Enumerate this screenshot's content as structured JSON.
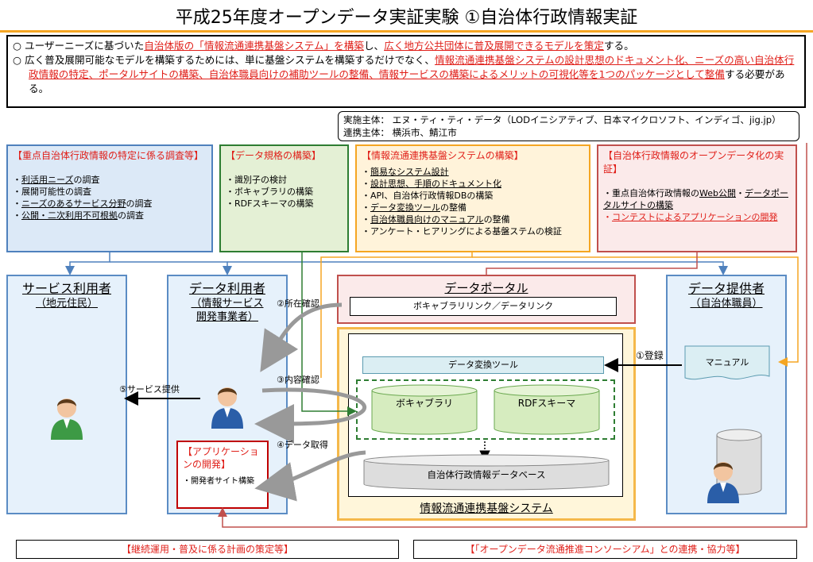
{
  "title": "平成25年度オープンデータ実証実験 ①自治体行政情報実証",
  "summary": {
    "line1_a": "○ ユーザーニーズに基づいた",
    "line1_b": "自治体版の「情報流通連携基盤システム」を構築",
    "line1_c": "し、",
    "line1_d": "広く地方公共団体に普及展開できるモデルを策定",
    "line1_e": "する。",
    "line2_a": "○ 広く普及展開可能なモデルを構築するためには、単に基盤システムを構築するだけでなく、",
    "line2_b": "情報流通連携基盤システムの設計思想のドキュメント化、ニーズの高い自治体行政情報の特定、ポータルサイトの構築、自治体職員向けの補助ツールの整備、情報サービスの構築によるメリットの可視化等を1つのパッケージとして整備",
    "line2_c": "する必要がある。"
  },
  "implementer": {
    "line1": "実施主体： エヌ・ティ・ティ・データ（LODイニシアティブ、日本マイクロソフト、インディゴ、jig.jp）",
    "line2": "連携主体： 横浜市、鯖江市"
  },
  "top_boxes": [
    {
      "header": "【重点自治体行政情報の特定に係る調査等】",
      "items": [
        "・利活用ニーズの調査",
        "・展開可能性の調査",
        "・ニーズのあるサービス分野の調査",
        "・公開・二次利用不可根拠の調査"
      ],
      "border": "#4f81bd",
      "fill": "#dce9f7"
    },
    {
      "header": "【データ規格の構築】",
      "items": [
        "・識別子の検討",
        "・ボキャブラリの構築",
        "・RDFスキーマの構築"
      ],
      "border": "#2e7d32",
      "fill": "#e4f0d5"
    },
    {
      "header": "【情報流通連携基盤システムの構築】",
      "items": [
        "・簡易なシステム設計",
        "・設計思想、手順のドキュメント化",
        "・API、自治体行政情報DBの構築",
        "・データ変換ツールの整備",
        "・自治体職員向けのマニュアルの整備",
        "・アンケート・ヒアリングによる基盤ステムの検証"
      ],
      "border": "#f5a623",
      "fill": "#fff3da"
    },
    {
      "header": "【自治体行政情報のオープンデータ化の実証】",
      "items": [
        "・重点自治体行政情報のWeb公開・データポータルサイトの構築",
        "・コンテストによるアプリケーションの開発"
      ],
      "border": "#c0504d",
      "fill": "#fbeaea"
    }
  ],
  "actors": {
    "service_user": {
      "name": "サービス利用者",
      "sub": "（地元住民）"
    },
    "data_user": {
      "name": "データ利用者",
      "sub1": "（情報サービス",
      "sub2": "開発事業者）"
    },
    "data_provider": {
      "name": "データ提供者",
      "sub": "（自治体職員）"
    }
  },
  "portal": {
    "name": "データポータル",
    "link": "ボキャブラリリンク／データリンク"
  },
  "platform": {
    "name": "情報流通連携基盤システム",
    "conversion_tool": "データ変換ツール",
    "vocabulary": "ボキャブラリ",
    "rdf_schema": "RDFスキーマ",
    "database": "自治体行政情報データベース"
  },
  "manual": "マニュアル",
  "steps": {
    "register": "①登録",
    "location": "②所在確認",
    "content": "③内容確認",
    "fetch": "④データ取得",
    "service": "⑤サービス提供"
  },
  "app_box": {
    "header1": "【アプリケーショ",
    "header2": "ンの開発】",
    "item": "・開発者サイト構築"
  },
  "bottom": {
    "left": "【継続運用・普及に係る計画の策定等】",
    "right": "【「オープンデータ流通推進コンソーシアム」との連携・協力等】"
  },
  "colors": {
    "accent_red": "#e0201a",
    "orange": "#f5a623",
    "blue": "#4f81bd",
    "green": "#2e7d32"
  }
}
